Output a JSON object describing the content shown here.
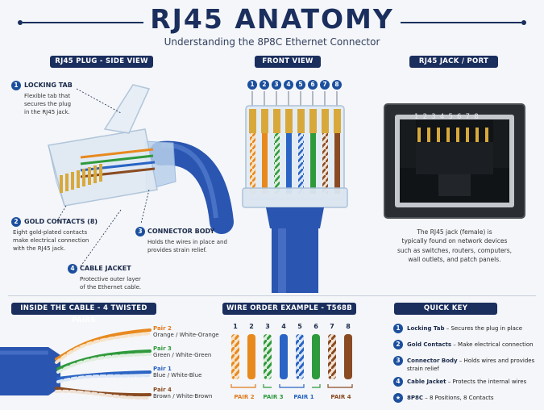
{
  "header": {
    "title": "RJ45 ANATOMY",
    "subtitle": "Understanding the 8P8C Ethernet Connector"
  },
  "side_view": {
    "heading": "RJ45 PLUG - SIDE VIEW",
    "callouts": [
      {
        "num": "1",
        "label": "LOCKING TAB",
        "text": [
          "Flexible tab that",
          "secures the plug",
          "in the RJ45 jack."
        ]
      },
      {
        "num": "2",
        "label": "GOLD CONTACTS (8)",
        "text": [
          "Eight gold-plated contacts",
          "make electrical connection",
          "with the RJ45 jack."
        ]
      },
      {
        "num": "3",
        "label": "CONNECTOR BODY",
        "text": [
          "Holds the wires in place and",
          "provides strain relief."
        ]
      },
      {
        "num": "4",
        "label": "CABLE JACKET",
        "text": [
          "Protective outer layer",
          "of the Ethernet cable."
        ]
      }
    ]
  },
  "front_view": {
    "heading": "FRONT VIEW",
    "pins": [
      "1",
      "2",
      "3",
      "4",
      "5",
      "6",
      "7",
      "8"
    ]
  },
  "jack": {
    "heading": "RJ45 JACK / PORT",
    "pin_labels": [
      "1",
      "2",
      "3",
      "4",
      "5",
      "6",
      "7",
      "8"
    ],
    "description": [
      "The RJ45 jack (female) is",
      "typically found on network devices",
      "such as switches, routers, computers,",
      "wall outlets, and patch panels."
    ]
  },
  "cable": {
    "heading": "INSIDE THE CABLE - 4 TWISTED PAIRS",
    "pairs": [
      {
        "name": "Pair 2",
        "colors": "Orange / White-Orange",
        "hex": "#e8891e"
      },
      {
        "name": "Pair 3",
        "colors": "Green / White-Green",
        "hex": "#2f9a3c"
      },
      {
        "name": "Pair 1",
        "colors": "Blue / White-Blue",
        "hex": "#2a64c4"
      },
      {
        "name": "Pair 4",
        "colors": "Brown / White-Brown",
        "hex": "#8a4b22"
      }
    ]
  },
  "wire_order": {
    "heading": "WIRE ORDER EXAMPLE - T568B",
    "pins": [
      "1",
      "2",
      "3",
      "4",
      "5",
      "6",
      "7",
      "8"
    ],
    "pair_labels": [
      {
        "text": "PAIR 2",
        "hex": "#e07a1c"
      },
      {
        "text": "PAIR 3",
        "hex": "#2f9a3c"
      },
      {
        "text": "PAIR 1",
        "hex": "#2a64c4"
      },
      {
        "text": "PAIR 4",
        "hex": "#8a4b22"
      }
    ]
  },
  "quick_key": {
    "heading": "QUICK KEY",
    "items": [
      {
        "num": "1",
        "term": "Locking Tab",
        "desc": " – Secures the plug in place"
      },
      {
        "num": "2",
        "term": "Gold Contacts",
        "desc": " – Make electrical connection"
      },
      {
        "num": "3",
        "term": "Connector Body",
        "desc": " – Holds wires and provides strain relief"
      },
      {
        "num": "4",
        "term": "Cable Jacket",
        "desc": " – Protects the internal wires"
      },
      {
        "num": "★",
        "term": "8P8C",
        "desc": " – 8 Positions, 8 Contacts"
      }
    ]
  },
  "colors": {
    "navy": "#1b2f5e",
    "cable_blue": "#2a55b0",
    "gold": "#d8a93a"
  }
}
